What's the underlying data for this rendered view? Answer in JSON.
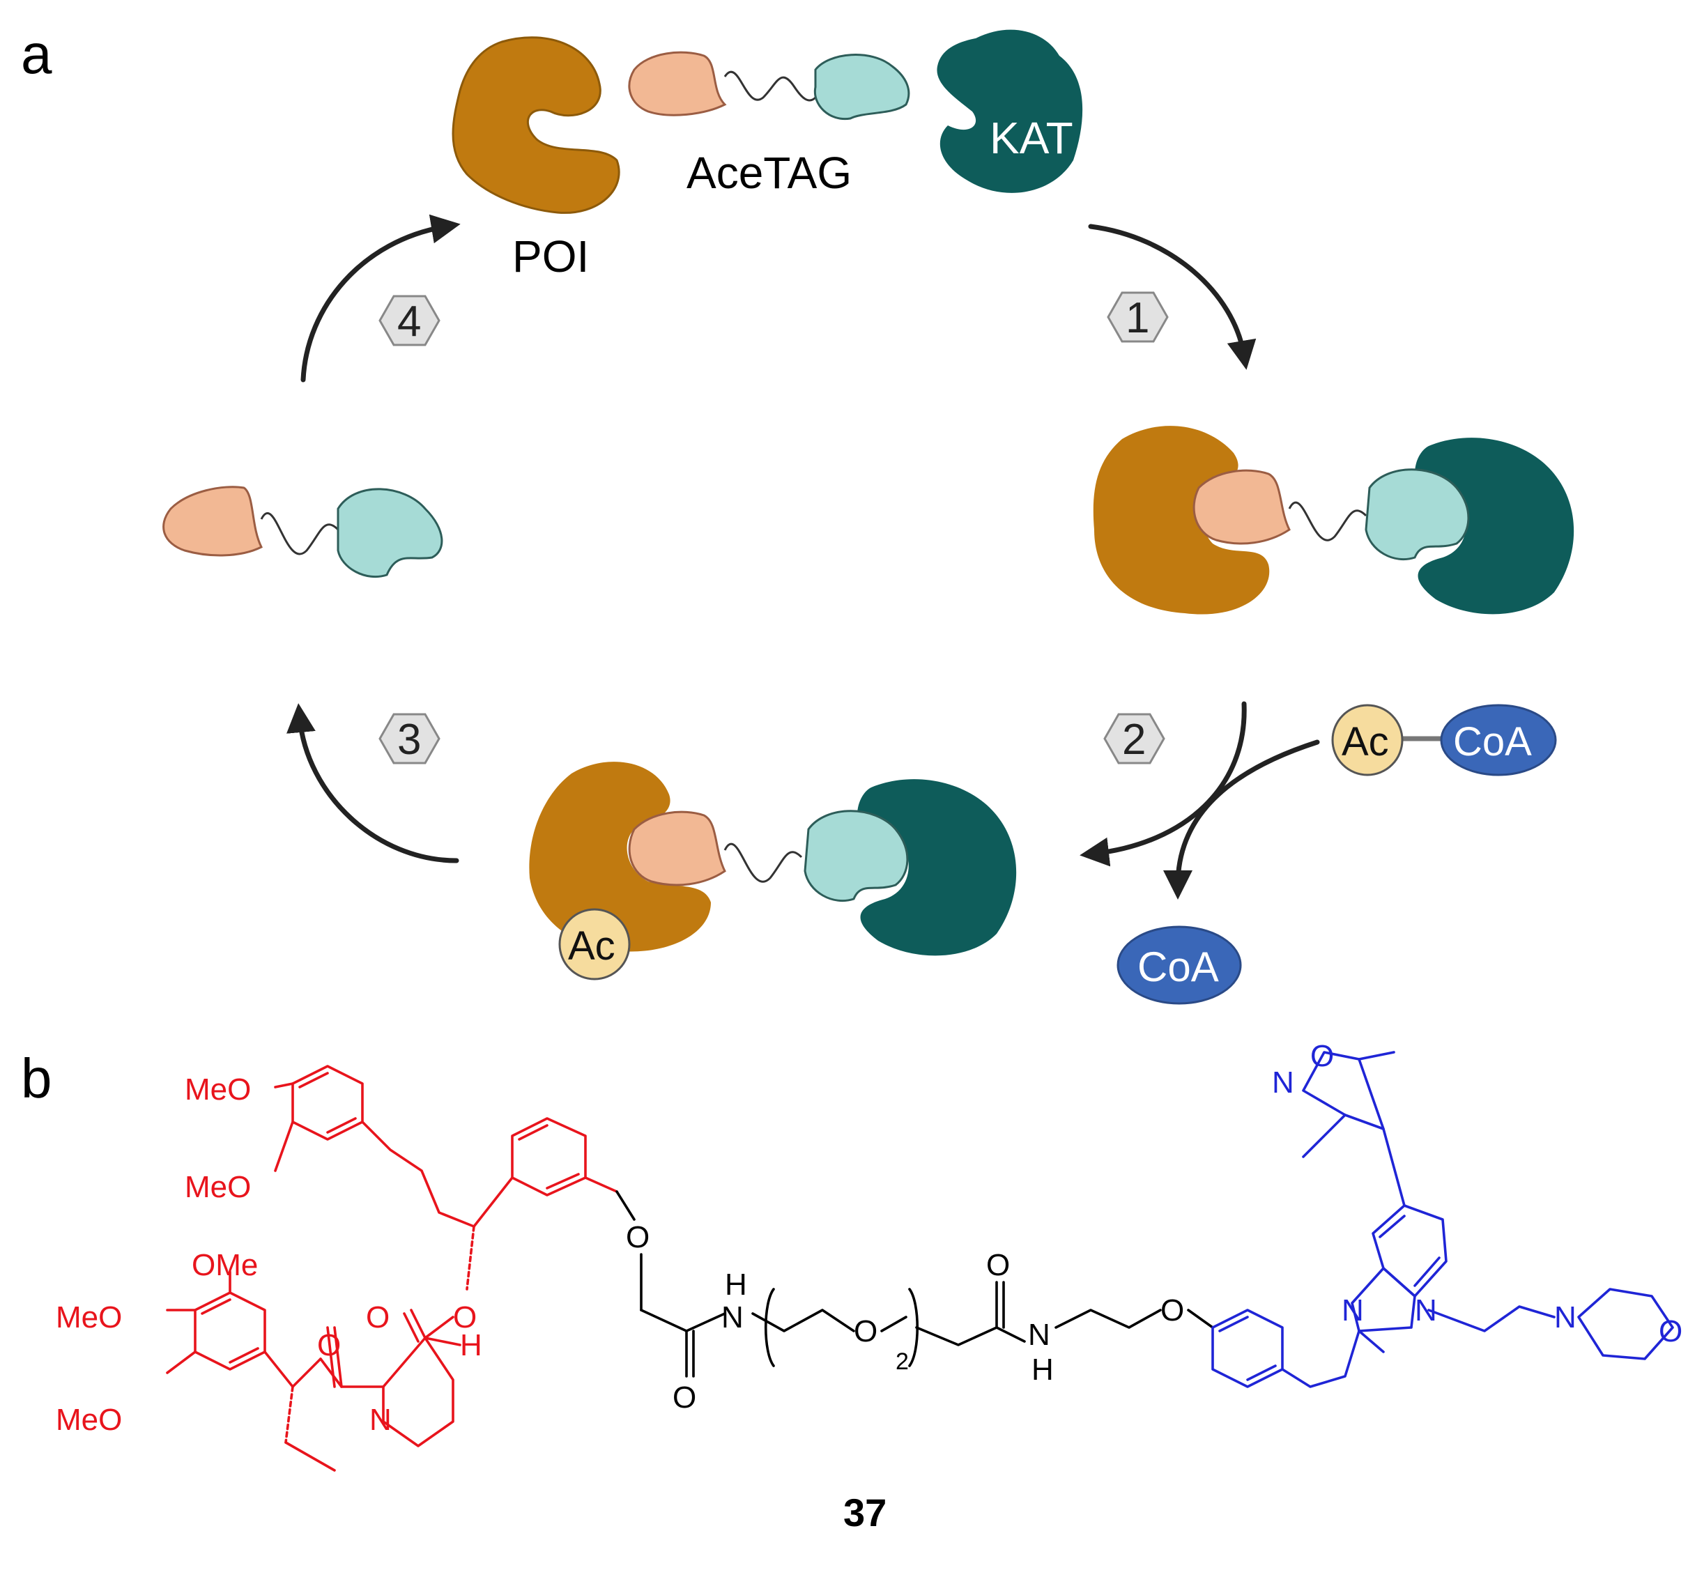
{
  "panel_a": {
    "letter": "a",
    "poi_label": "POI",
    "acetag_label": "AceTAG",
    "kat_label": "KAT",
    "steps": [
      "1",
      "2",
      "3",
      "4"
    ],
    "ac_label": "Ac",
    "coa_label": "CoA",
    "colors": {
      "poi": "#c07a10",
      "kat": "#0e5c5a",
      "ligand_peach": "#f2b894",
      "ligand_teal": "#a6dbd6",
      "acetyl": "#f6dc9e",
      "coa": "#3a67b8",
      "hexagon": "#e2e2e2"
    }
  },
  "panel_b": {
    "letter": "b",
    "compound_number": "37",
    "atoms": {
      "meo": "MeO",
      "ome": "OMe",
      "o": "O",
      "n": "N",
      "h": "H",
      "nh_h": "H",
      "subscript_2": "2"
    },
    "colors": {
      "red_moiety": "#e8141c",
      "linker": "#000000",
      "blue_moiety": "#1f25d6"
    }
  }
}
